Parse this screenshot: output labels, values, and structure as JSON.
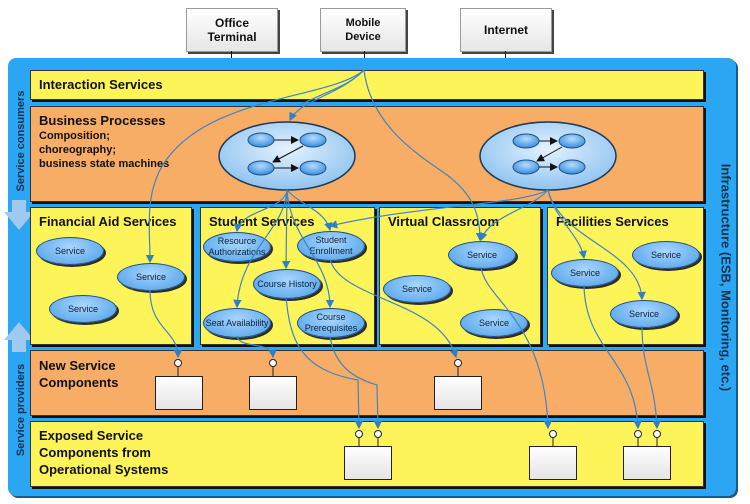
{
  "devices": {
    "office_terminal": "Office\nTerminal",
    "mobile_device": "Mobile\nDevice",
    "internet": "Internet"
  },
  "side_labels": {
    "consumers": "Service consumers",
    "providers": "Service providers",
    "infrastructure": "Infrastructure (ESB, Monitoring, etc.)"
  },
  "layers": {
    "interaction": "Interaction Services",
    "business": {
      "title": "Business Processes",
      "subtitle_lines": [
        "Composition;",
        "choreography;",
        "business state machines"
      ]
    },
    "new_components": [
      "New Service",
      "Components"
    ],
    "exposed_components": [
      "Exposed Service",
      "Components from",
      "Operational Systems"
    ]
  },
  "service_groups": [
    {
      "title": "Financial Aid Services",
      "services": [
        "Service",
        "Service",
        "Service"
      ]
    },
    {
      "title": "Student Services",
      "services": [
        "Resource Authorizations",
        "Student Enrollment",
        "Course History",
        "Seat Availability",
        "Course Prerequisites"
      ]
    },
    {
      "title": "Virtual Classroom",
      "services": [
        "Service",
        "Service",
        "Service"
      ]
    },
    {
      "title": "Facilities Services",
      "services": [
        "Service",
        "Service",
        "Service"
      ]
    }
  ],
  "colors": {
    "frame": "#2aa6f2",
    "yellow_layer": "#fdf45a",
    "orange_layer": "#f8ad66",
    "service_blue": "#4a9ee8",
    "connector": "#2f7fc4"
  }
}
